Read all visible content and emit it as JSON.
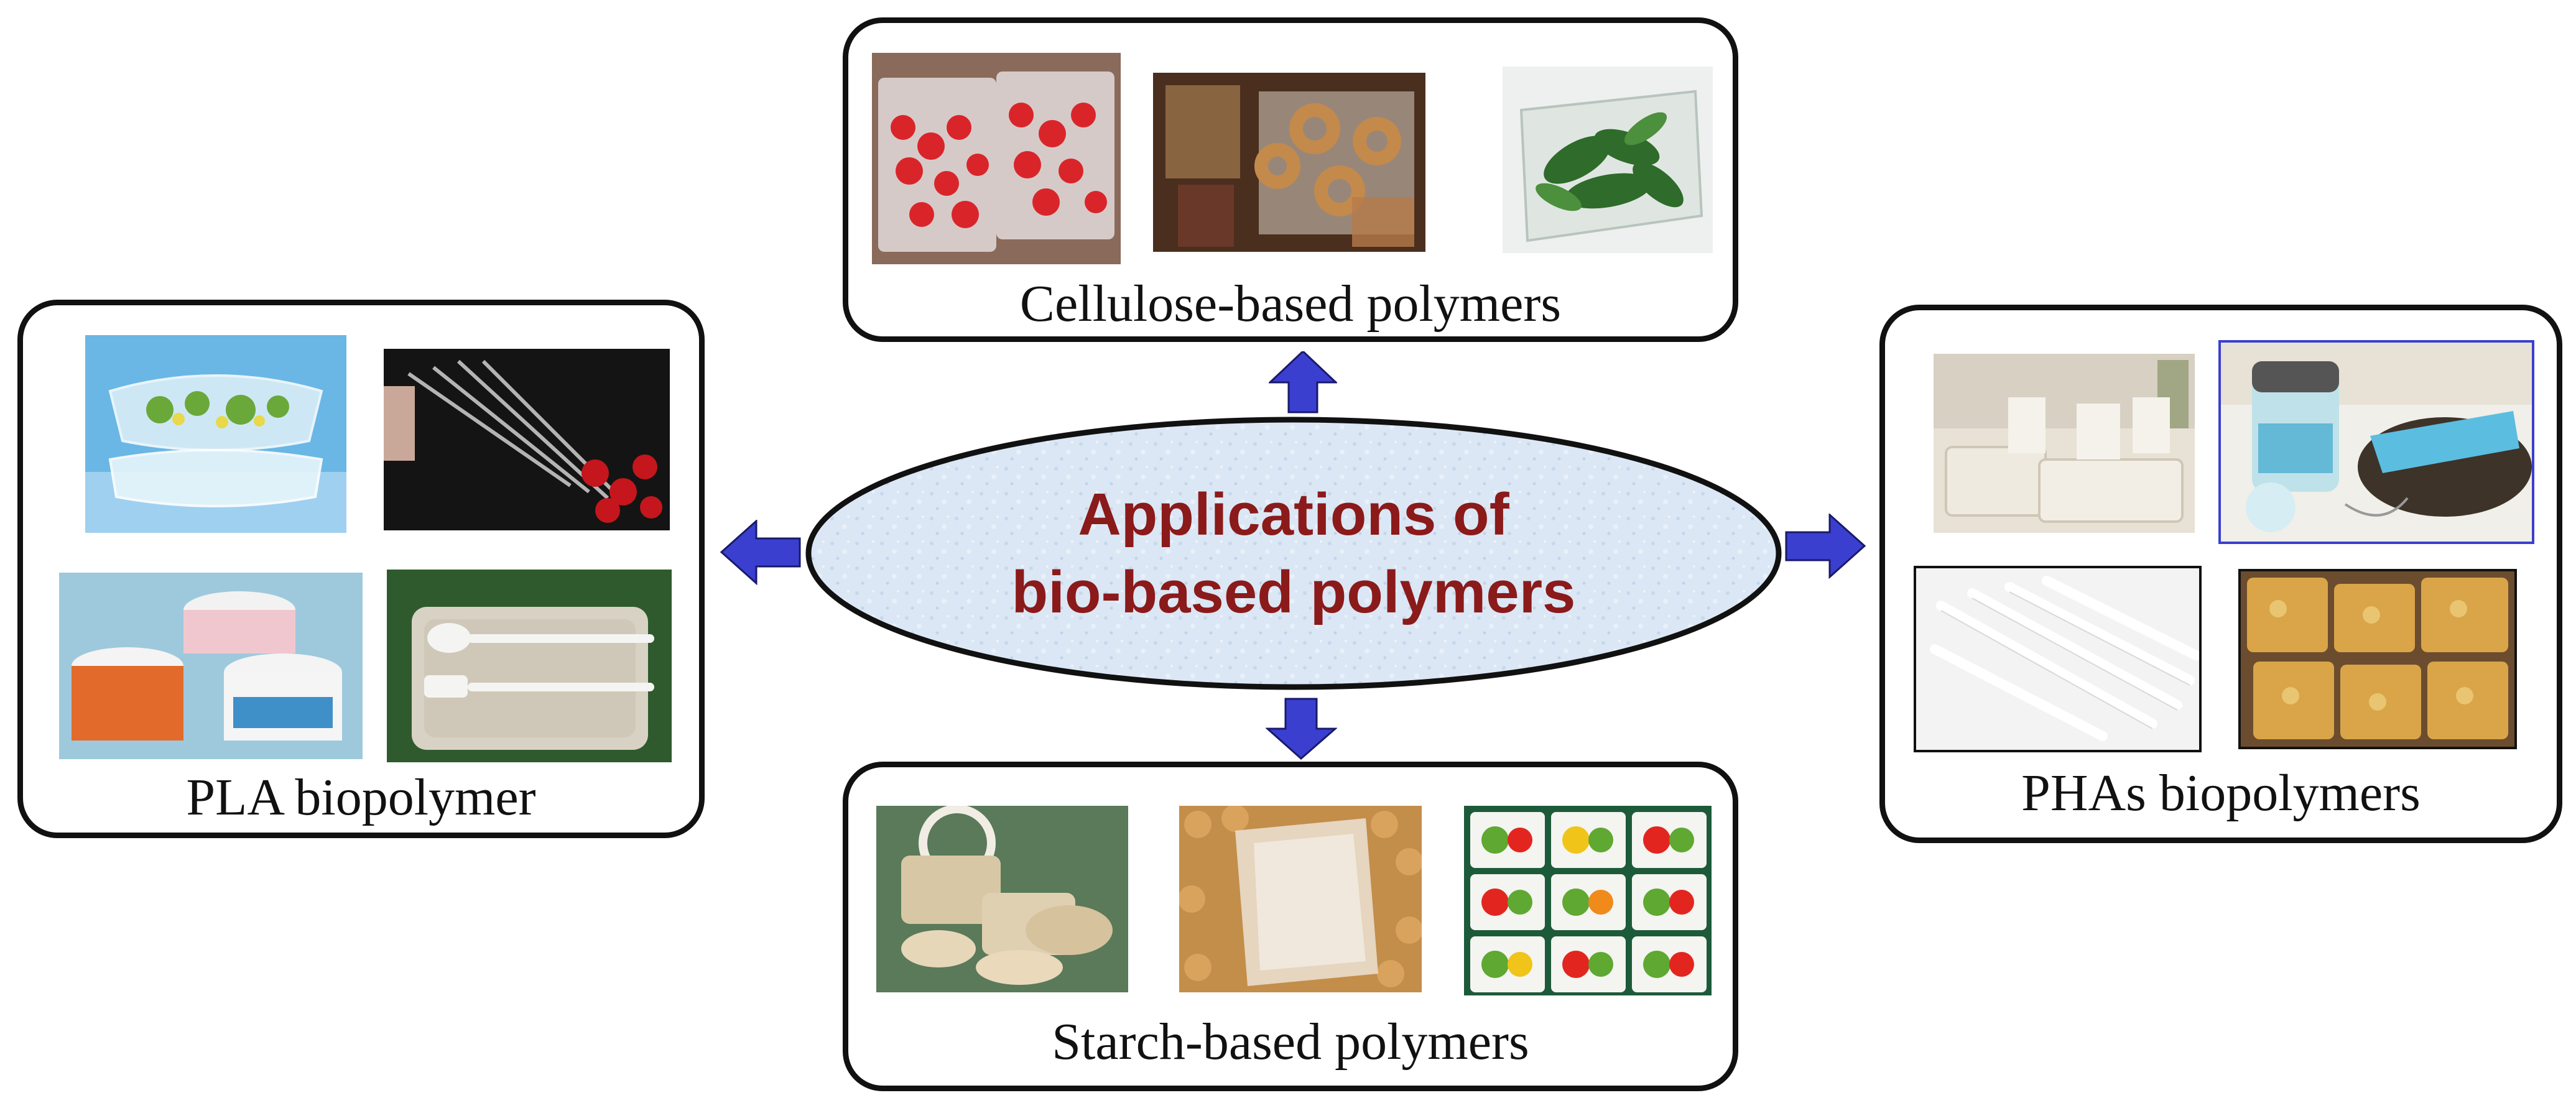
{
  "center": {
    "title_line1": "Applications of",
    "title_line2": "bio-based polymers"
  },
  "panels": {
    "cellulose": {
      "label": "Cellulose-based polymers",
      "photos": [
        "strawberries-in-cellulose-bags-photo",
        "bagels-in-cellulose-film-photo",
        "salad-greens-in-clear-container-photo"
      ]
    },
    "pla": {
      "label": "PLA biopolymer",
      "photos": [
        "salad-in-clear-pla-container-photo",
        "cling-film-strawberries-photo",
        "pla-yogurt-cups-photo",
        "pla-cutlery-tray-photo"
      ]
    },
    "phas": {
      "label": "PHAs biopolymers",
      "photos": [
        "pha-tableware-set-photo",
        "pha-blender-and-bowl-photo",
        "pha-drinking-straws-photo",
        "pasta-in-pha-bags-photo"
      ]
    },
    "starch": {
      "label": "Starch-based polymers",
      "photos": [
        "starch-food-containers-photo",
        "starch-film-bags-on-pellets-photo",
        "peppers-in-starch-trays-photo"
      ]
    }
  },
  "colors": {
    "arrow_fill": "#3b3fd0",
    "ellipse_fill": "#dbe7f4",
    "title_text": "#8b1a1a",
    "border": "#111111"
  }
}
